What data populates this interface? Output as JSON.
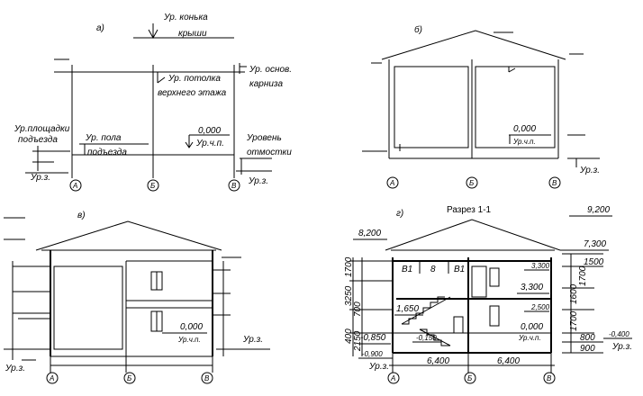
{
  "panels": {
    "a": {
      "label": "а)",
      "ridge": [
        "Ур. конька",
        "крыши"
      ],
      "ceiling": [
        "Ур. потолка",
        "верхнего этажа"
      ],
      "cornice": [
        "Ур. основ.",
        "карниза"
      ],
      "landing": [
        "Ур.площадки",
        "подъезда"
      ],
      "entrance_floor": [
        "Ур. пола",
        "подъезда"
      ],
      "zero": "0,000",
      "zero_sub": "Ур.ч.п.",
      "blind_area": [
        "Уровень",
        "отмостки"
      ],
      "ground_left": "Ур.з.",
      "ground_right": "Ур.з.",
      "axes": [
        "А",
        "Б",
        "В"
      ]
    },
    "b": {
      "label": "б)",
      "zero": "0,000",
      "zero_sub": "Ур.ч.п.",
      "ground": "Ур.з.",
      "axes": [
        "А",
        "Б",
        "В"
      ]
    },
    "v": {
      "label": "в)",
      "zero": "0,000",
      "zero_sub": "Ур.ч.п.",
      "ground_right": "Ур.з.",
      "ground_left": "Ур.з.",
      "axes": [
        "А",
        "Б",
        "В"
      ]
    },
    "g": {
      "label": "г)",
      "title": "Разрез 1-1",
      "marks": [
        "9,200",
        "8,200",
        "7,300",
        "3,300",
        "3,300",
        "0,000",
        "1,650",
        "-0,850",
        "-0,900",
        "-0,150",
        "-0,400",
        "2,500"
      ],
      "zero_sub": "Ур.ч.п.",
      "left_dims": [
        "1700",
        "3250",
        "700",
        "400",
        "2150"
      ],
      "right_dims": [
        "1500",
        "1700",
        "1600",
        "1700",
        "800",
        "900"
      ],
      "ground_right": "Ур.з.",
      "ground_left": "Ур.з.",
      "bottom_dims": [
        "6,400",
        "6,400"
      ],
      "rooms": [
        "В1",
        "8",
        "В1"
      ],
      "axes": [
        "А",
        "Б",
        "В"
      ]
    }
  }
}
